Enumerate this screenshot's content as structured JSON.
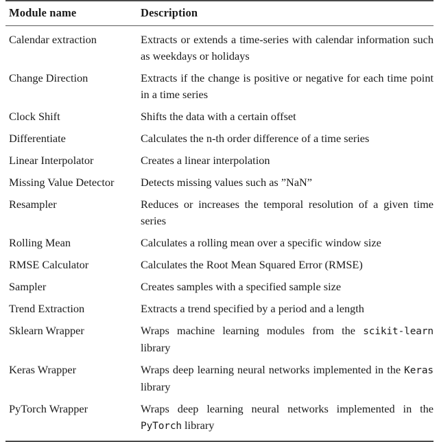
{
  "table": {
    "caption_present": false,
    "columns": [
      {
        "key": "module",
        "header": "Module name"
      },
      {
        "key": "description",
        "header": "Description"
      }
    ],
    "rows": [
      {
        "module": "Calendar extraction",
        "description": "Extracts or extends a time-series with calendar informa­tion such as weekdays or holidays"
      },
      {
        "module": "Change Direction",
        "description": "Extracts if the change is positive or negative for each time point in a time series"
      },
      {
        "module": "Clock Shift",
        "description": "Shifts the data with a certain offset"
      },
      {
        "module": "Differentiate",
        "description": "Calculates the n-th order difference of a time series"
      },
      {
        "module": "Linear Interpolator",
        "description": "Creates a linear interpolation"
      },
      {
        "module": "Missing Value Detector",
        "description": "Detects missing values such as ”NaN”"
      },
      {
        "module": "Resampler",
        "description": "Reduces or increases the temporal resolution of a given time series"
      },
      {
        "module": "Rolling Mean",
        "description": "Calculates a rolling mean over a specific window size"
      },
      {
        "module": "RMSE Calculator",
        "description": "Calculates the Root Mean Squared Error (RMSE)"
      },
      {
        "module": "Sampler",
        "description": "Creates samples with a specified sample size"
      },
      {
        "module": "Trend Extraction",
        "description": "Extracts a trend specified by a period and a length"
      },
      {
        "module": "Sklearn Wrapper",
        "description_parts": [
          {
            "text": "Wraps machine learning modules from the ",
            "style": "normal"
          },
          {
            "text": "scikit-learn",
            "style": "mono"
          },
          {
            "text": " library",
            "style": "normal"
          }
        ],
        "description": "Wraps machine learning modules from the scikit-learn library"
      },
      {
        "module": "Keras Wrapper",
        "description_parts": [
          {
            "text": "Wraps deep learning neural networks implemented in the ",
            "style": "normal"
          },
          {
            "text": "Keras",
            "style": "mono"
          },
          {
            "text": " library",
            "style": "normal"
          }
        ],
        "description": "Wraps deep learning neural networks implemented in the Keras library"
      },
      {
        "module": "PyTorch Wrapper",
        "description_parts": [
          {
            "text": "Wraps deep learning neural networks implemented in the ",
            "style": "normal"
          },
          {
            "text": "PyTorch",
            "style": "mono"
          },
          {
            "text": " library",
            "style": "normal"
          }
        ],
        "description": "Wraps deep learning neural networks implemented in the PyTorch library"
      }
    ]
  },
  "style": {
    "rule_color": "#4a4a4a",
    "text_color": "#1a1a1a",
    "background": "#ffffff"
  }
}
